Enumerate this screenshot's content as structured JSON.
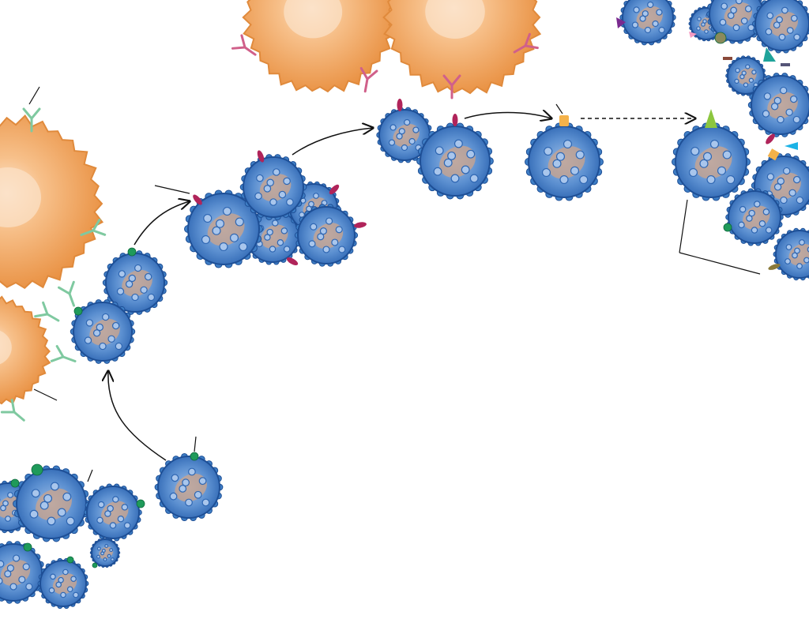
{
  "colors": {
    "background": "#ffffff",
    "tumor_cell_fill": "#3f7fc6",
    "tumor_cell_edge": "#1e4f96",
    "tumor_cell_nucleus": "#c8a48e",
    "immune_cell_fill": "#f0a25a",
    "immune_cell_dark": "#e08a3c",
    "marker_green": "#1f9a5a",
    "marker_magenta": "#b0245a",
    "marker_orange": "#f4b24a",
    "marker_lime": "#8cc63f",
    "antibody_green": "#7fc9a0",
    "antibody_pink": "#d0608a",
    "arrow": "#111111"
  },
  "diagram": {
    "title": "",
    "labels": [],
    "elements": {
      "immune_cells": 4,
      "antibodies_green": 8,
      "antibodies_pink": 4,
      "tumor_clusters": [
        "initial-heterogeneous",
        "green-marker-pair",
        "magenta-marker-cluster",
        "magenta-marker-pair",
        "single-orange-marker",
        "single-lime-marker",
        "diverse-marker-cluster"
      ],
      "arrows": [
        "solid",
        "solid",
        "solid",
        "solid",
        "dashed"
      ]
    }
  }
}
